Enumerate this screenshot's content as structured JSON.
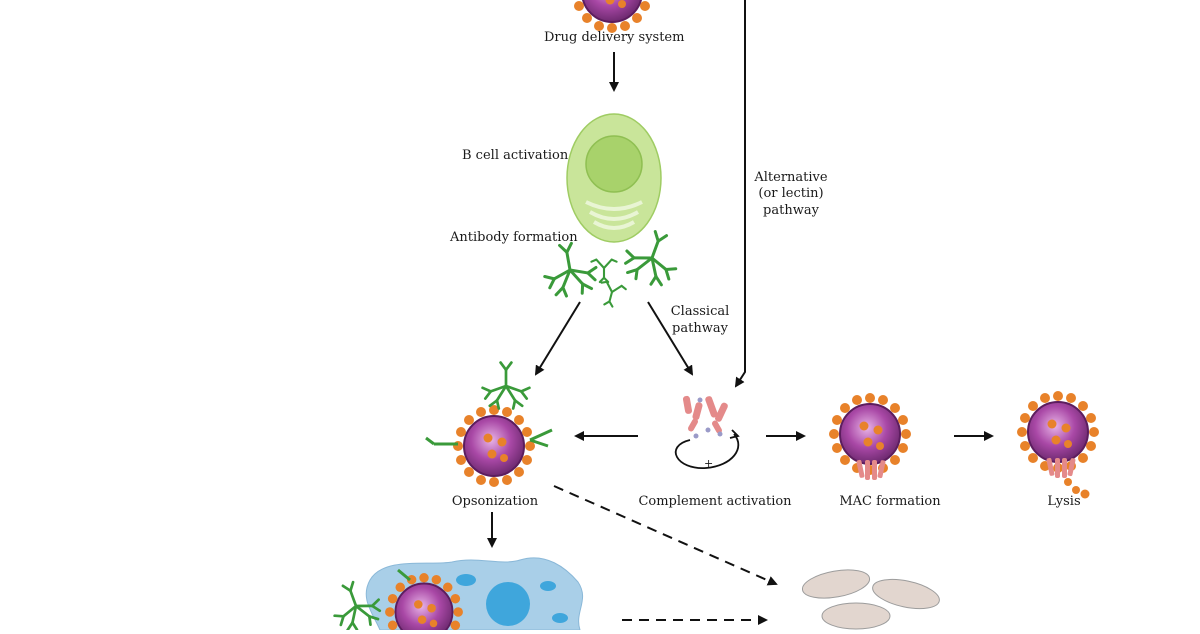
{
  "labels": {
    "drug_delivery": "Drug delivery system",
    "b_cell": "B cell activation",
    "antibody": "Antibody formation",
    "alternative_1": "Alternative",
    "alternative_2": "(or lectin)",
    "alternative_3": "pathway",
    "classical_1": "Classical",
    "classical_2": "pathway",
    "opsonization": "Opsonization",
    "complement": "Complement  activation",
    "mac": "MAC formation",
    "lysis": "Lysis",
    "plus": "+"
  },
  "colors": {
    "particle_core": "#9b3f98",
    "particle_ring": "#5c1d5e",
    "particle_dots": "#e8822a",
    "b_cell": "#c9e59a",
    "b_cell_nucleus": "#a8d26b",
    "antibody": "#3a9a3a",
    "complement": "#e48a8a",
    "macrophage": "#a9cfe8",
    "macrophage_nucleus": "#3fa6dc",
    "debris": "#e2d6cf"
  }
}
